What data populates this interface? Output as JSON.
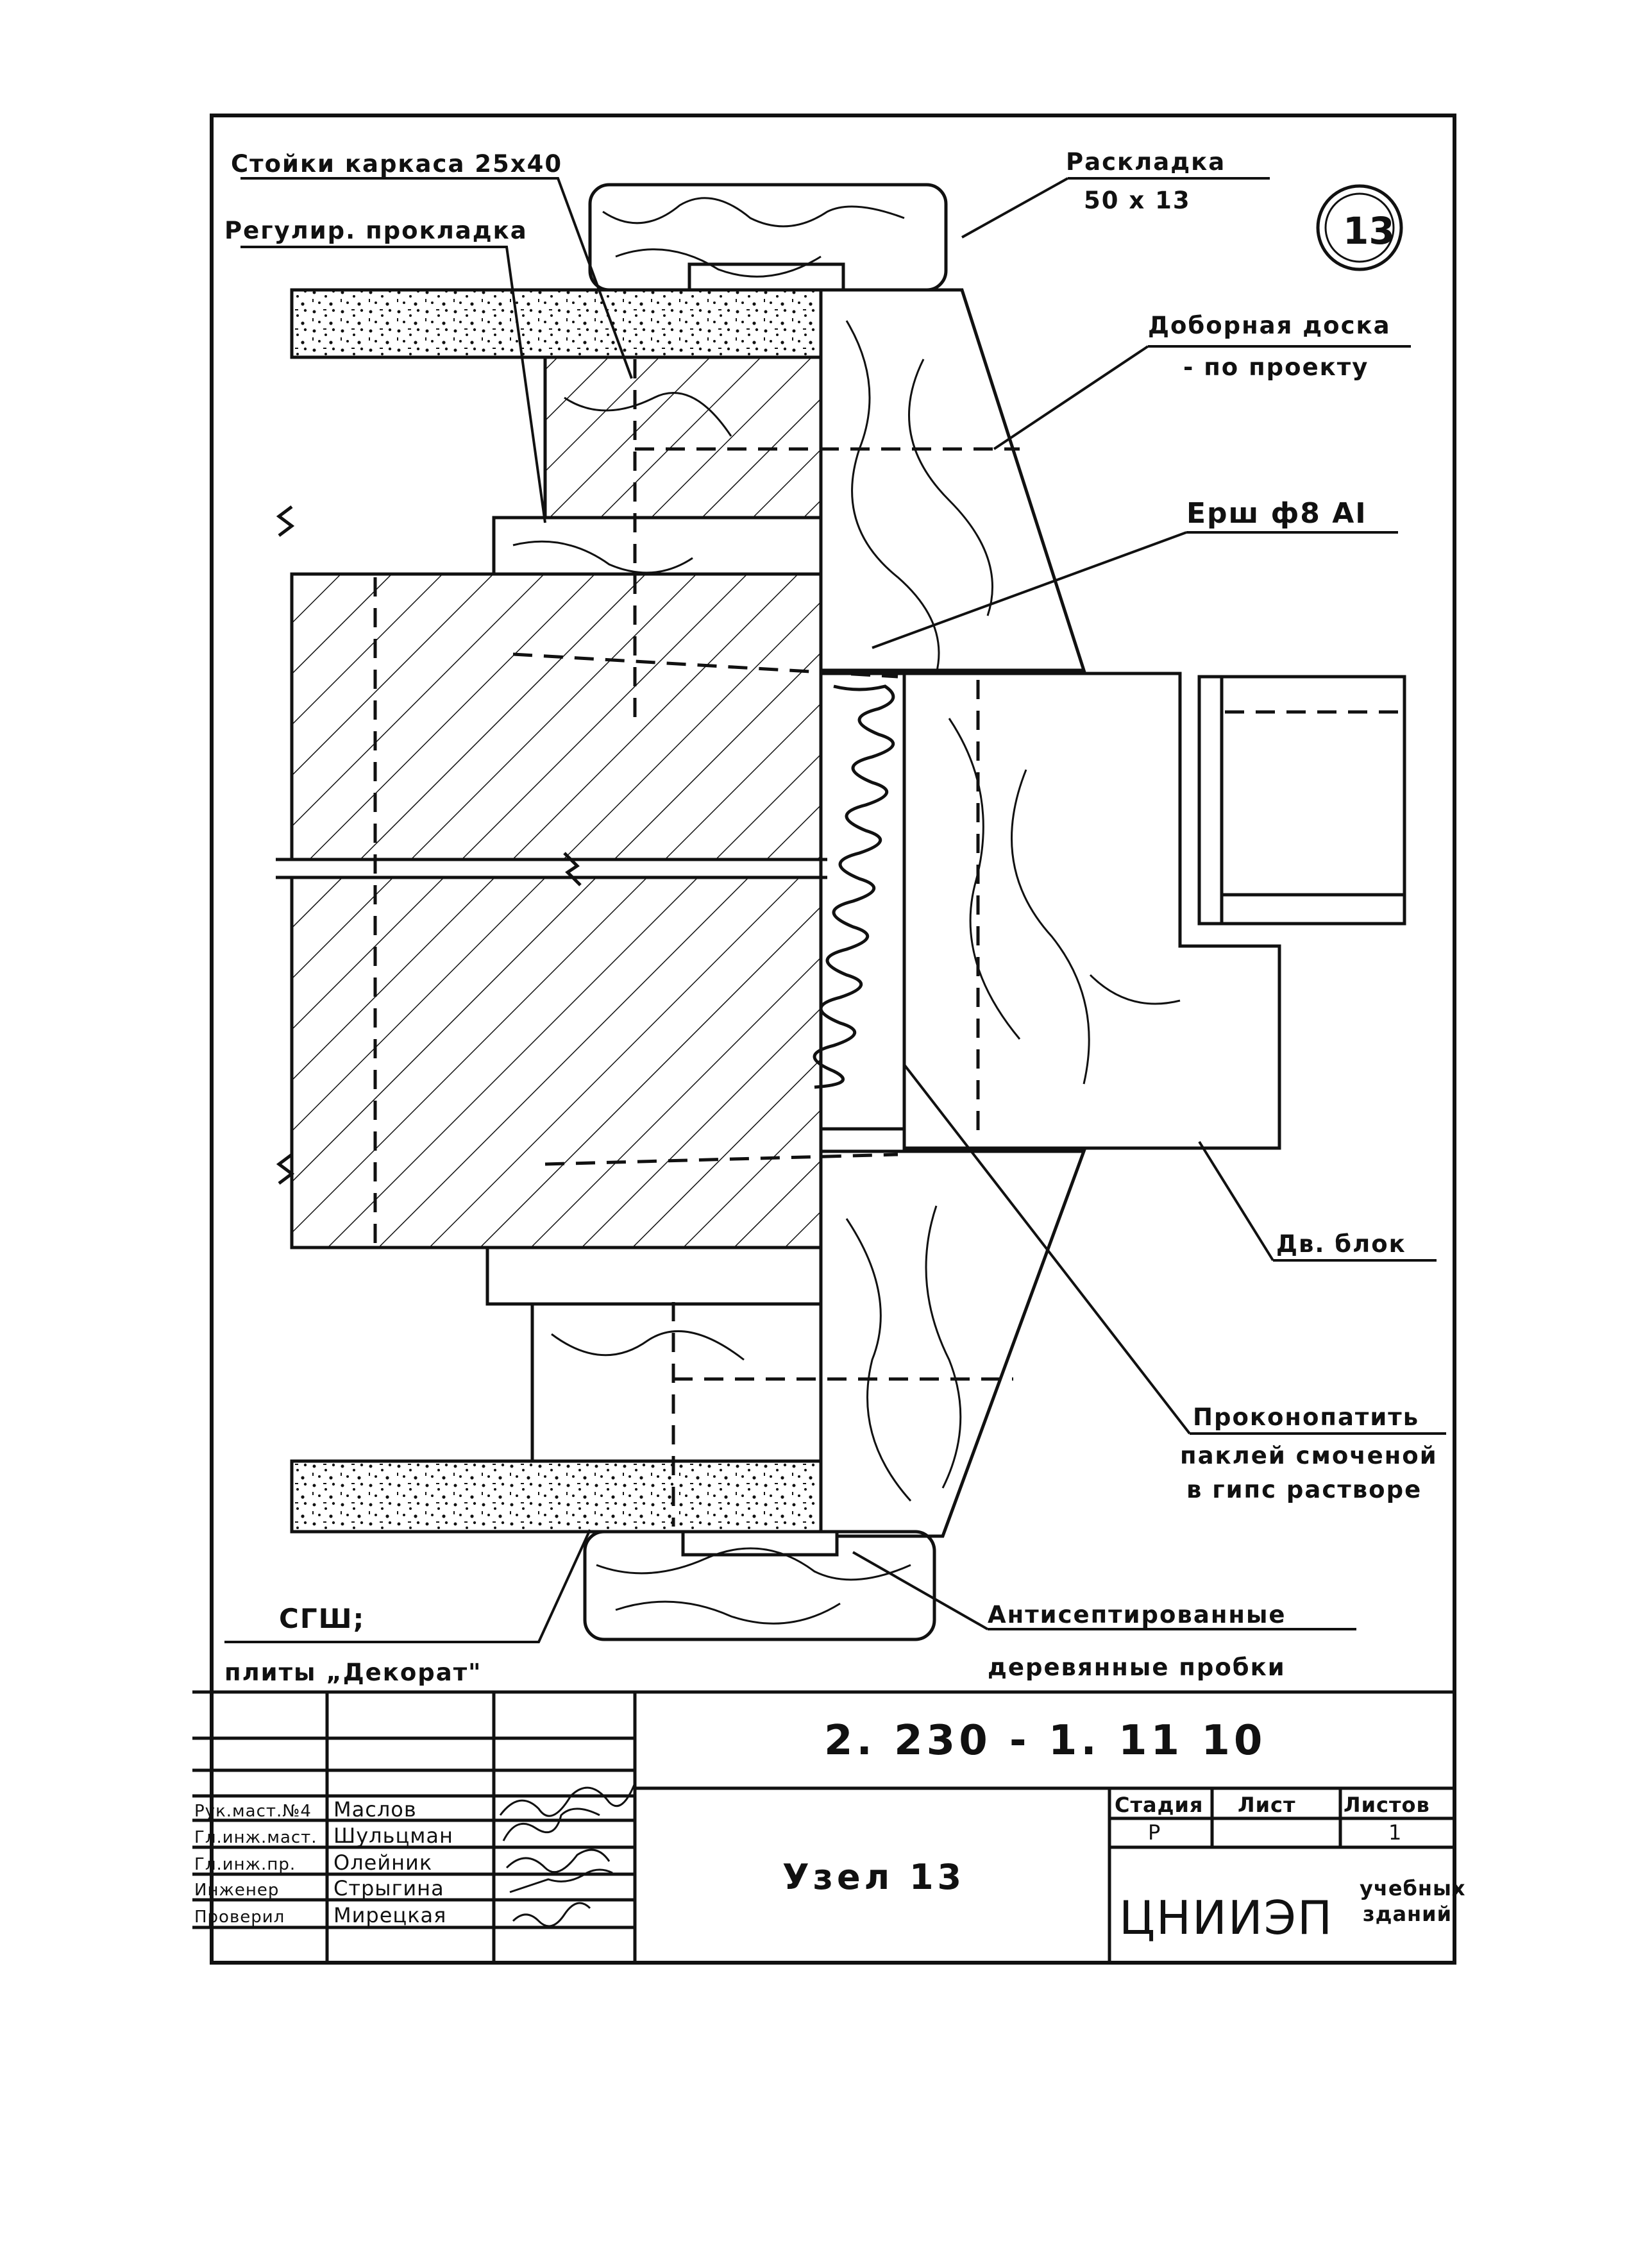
{
  "drawing": {
    "node_mark": "13",
    "callouts": {
      "studs": "Стойки каркаса 25х40",
      "adjust_pad": "Регулир. прокладка",
      "batten_title": "Раскладка",
      "batten_size": "50 х 13",
      "trim_board_1": "Доборная доска",
      "trim_board_2": "- по проекту",
      "ruff": "Ерш ф8 АI",
      "door_block": "Дв. блок",
      "caulk_1": "Проконопатить",
      "caulk_2": "паклей смоченой",
      "caulk_3": "в гипс растворе",
      "sgsh": "СГШ;",
      "decorat": "плиты „Декорат\"",
      "plugs_1": "Антисептированные",
      "plugs_2": "деревянные пробки"
    }
  },
  "title_block": {
    "doc_code": "2. 230 - 1. 11 10",
    "sheet_title": "Узел 13",
    "stage_header": "Стадия",
    "sheet_header": "Лист",
    "sheets_header": "Листов",
    "stage_value": "Р",
    "sheet_value": "",
    "sheets_value": "1",
    "org_name": "ЦНИИЭП",
    "org_sub_1": "учебных",
    "org_sub_2": "зданий",
    "roles": [
      {
        "role": "Рук.маст.№4",
        "name": "Маслов"
      },
      {
        "role": "Гл.инж.маст.",
        "name": "Шульцман"
      },
      {
        "role": "Гл.инж.пр.",
        "name": "Олейник"
      },
      {
        "role": "Инженер",
        "name": "Стрыгина"
      },
      {
        "role": "Проверил",
        "name": "Мирецкая"
      }
    ]
  }
}
